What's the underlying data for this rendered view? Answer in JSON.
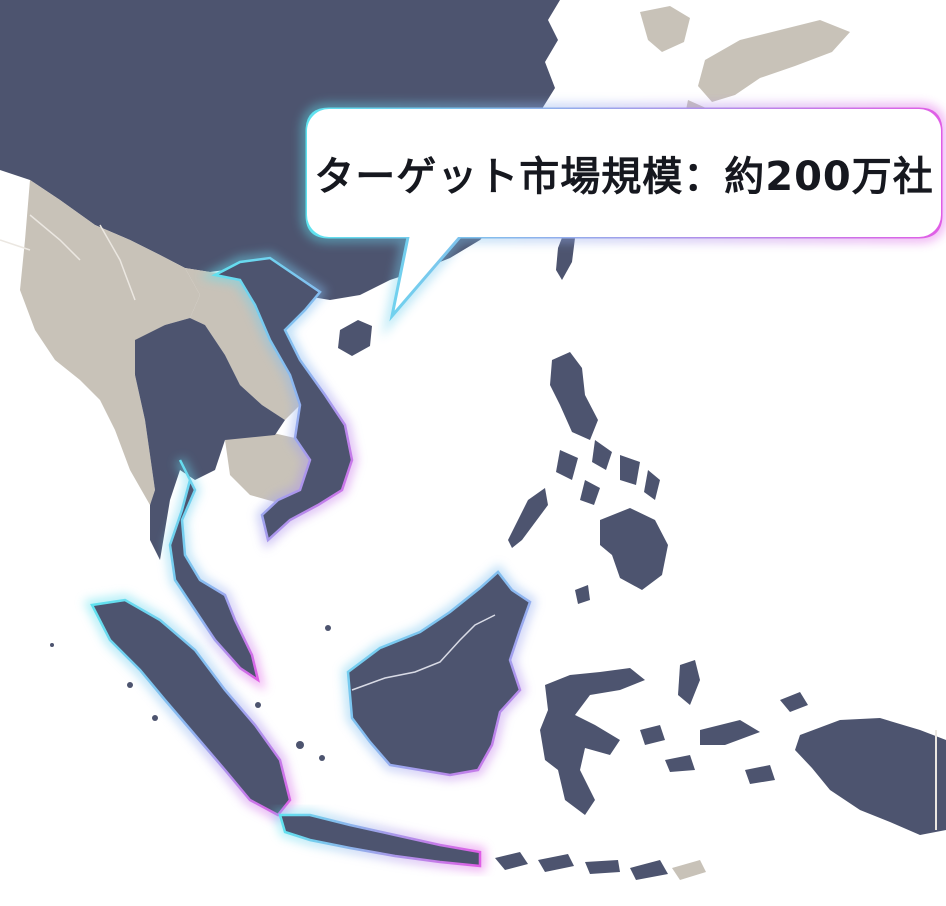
{
  "callout": {
    "text": "ターゲット市場規模：約200万社"
  },
  "map": {
    "colors": {
      "sea": "#ffffff",
      "target_land": "#4d546f",
      "other_land": "#c8c2b8",
      "border_line": "#ebe7e1",
      "glow_cyan": "#5fe3ef",
      "glow_magenta": "#e05ee6"
    },
    "highlighted_regions": [
      "vietnam",
      "malaysia",
      "sumatra",
      "borneo",
      "java"
    ]
  }
}
